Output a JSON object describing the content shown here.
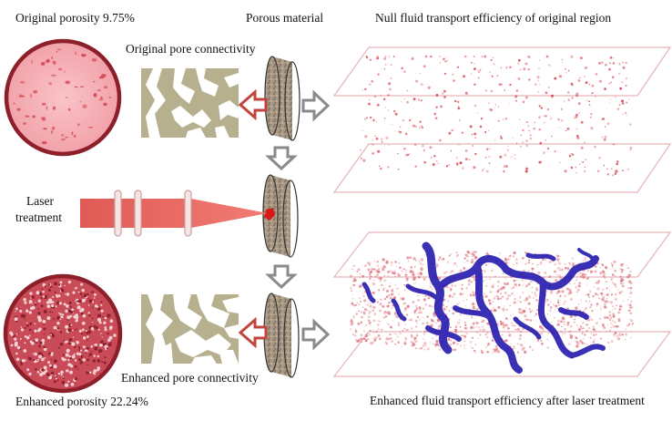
{
  "labels": {
    "original_porosity": "Original porosity 9.75%",
    "porous_material": "Porous material",
    "null_transport": "Null fluid transport efficiency of original region",
    "original_connectivity": "Original pore connectivity",
    "laser_line1": "Laser",
    "laser_line2": "treatment",
    "enhanced_connectivity": "Enhanced pore connectivity",
    "enhanced_porosity": "Enhanced porosity 22.24%",
    "enhanced_transport": "Enhanced fluid transport efficiency after laser treatment"
  },
  "colors": {
    "disc_outline": "#8c1f2a",
    "disc_fill_original": "#f6b3b9",
    "disc_fill_enhanced": "#c0404c",
    "pore_dots": "#d84a55",
    "pore_matrix": "#b6b08e",
    "laser_beam": "#e8625e",
    "arrow_red": "#c2453d",
    "arrow_gray": "#8a8a8a",
    "fluid_channel": "#2a1fb0",
    "plane_outline": "#e6b3b8"
  },
  "icons": {
    "arrow_left": "red-hollow-arrow-left",
    "arrow_right": "gray-hollow-arrow-right",
    "arrow_down": "gray-hollow-arrow-down"
  }
}
